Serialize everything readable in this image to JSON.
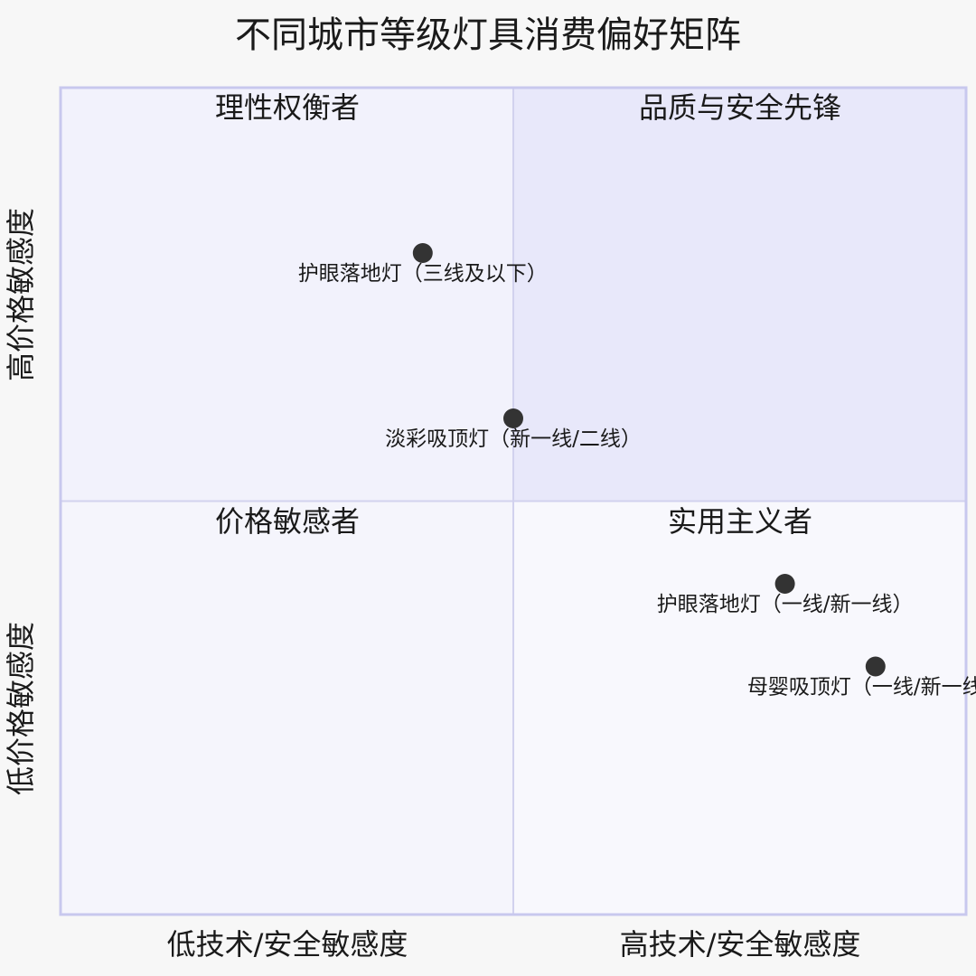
{
  "chart_data": {
    "type": "scatter",
    "title": "不同城市等级灯具消费偏好矩阵",
    "quadrants": {
      "top_left": "理性权衡者",
      "top_right": "品质与安全先锋",
      "bottom_left": "价格敏感者",
      "bottom_right": "实用主义者"
    },
    "x_axis": {
      "low_label": "低技术/安全敏感度",
      "high_label": "高技术/安全敏感度",
      "range": [
        0,
        1
      ]
    },
    "y_axis": {
      "low_label": "低价格敏感度",
      "high_label": "高价格敏感度",
      "range": [
        0,
        1
      ]
    },
    "points": [
      {
        "label": "护眼落地灯（三线及以下）",
        "x": 0.4,
        "y": 0.8
      },
      {
        "label": "淡彩吸顶灯（新一线/二线）",
        "x": 0.5,
        "y": 0.6
      },
      {
        "label": "护眼落地灯（一线/新一线）",
        "x": 0.8,
        "y": 0.4
      },
      {
        "label": "母婴吸顶灯（一线/新一线）",
        "x": 0.9,
        "y": 0.3
      }
    ],
    "colors": {
      "quadrant_top_left": "#f2f2fc",
      "quadrant_top_right": "#e8e8fa",
      "quadrant_bottom_left": "#f5f5fc",
      "quadrant_bottom_right": "#f8f8fd",
      "border": "#c8c8ee",
      "divider": "#d2d2ee",
      "point": "#333333"
    }
  }
}
